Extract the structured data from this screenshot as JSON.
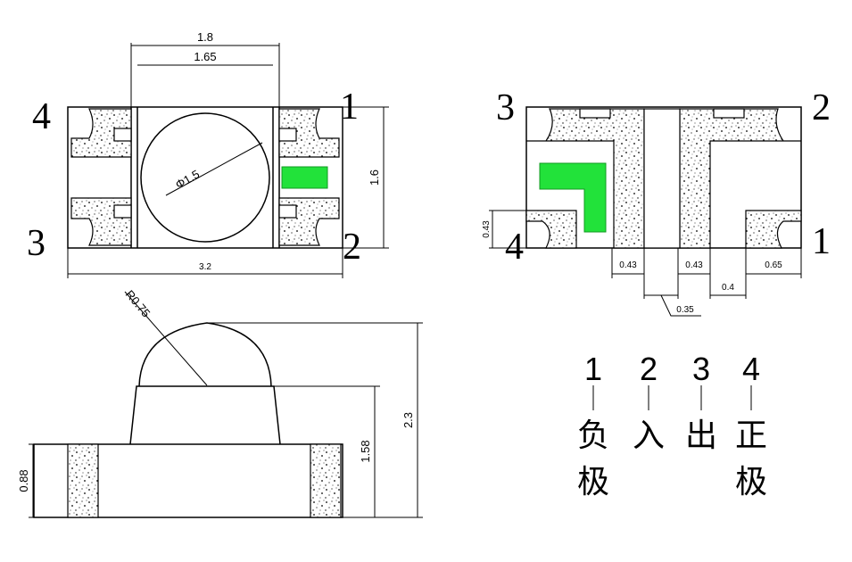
{
  "top_view": {
    "dims": {
      "width_outer": "1.8",
      "width_inner": "1.65",
      "lens_diameter": "Φ1.5",
      "height": "1.6",
      "length": "3.2"
    },
    "pins": {
      "top_left": "4",
      "top_right": "1",
      "bottom_left": "3",
      "bottom_right": "2"
    },
    "colors": {
      "led": "#22e23a"
    }
  },
  "bottom_view": {
    "dims": {
      "pad_height": "0.43",
      "d1": "0.43",
      "d2": "0.43",
      "d3": "0.65",
      "d4": "0.4",
      "gap": "0.35"
    },
    "pins": {
      "top_left": "3",
      "top_right": "2",
      "bottom_left": "4",
      "bottom_right": "1"
    }
  },
  "side_view": {
    "dims": {
      "dome_radius": "R0.75",
      "total_height": "2.3",
      "body_height": "1.58",
      "base_height": "0.88"
    }
  },
  "legend": {
    "items": [
      {
        "num": "1",
        "label": [
          "负",
          "极"
        ]
      },
      {
        "num": "2",
        "label": [
          "入"
        ]
      },
      {
        "num": "3",
        "label": [
          "出"
        ]
      },
      {
        "num": "4",
        "label": [
          "正",
          "极"
        ]
      }
    ]
  }
}
